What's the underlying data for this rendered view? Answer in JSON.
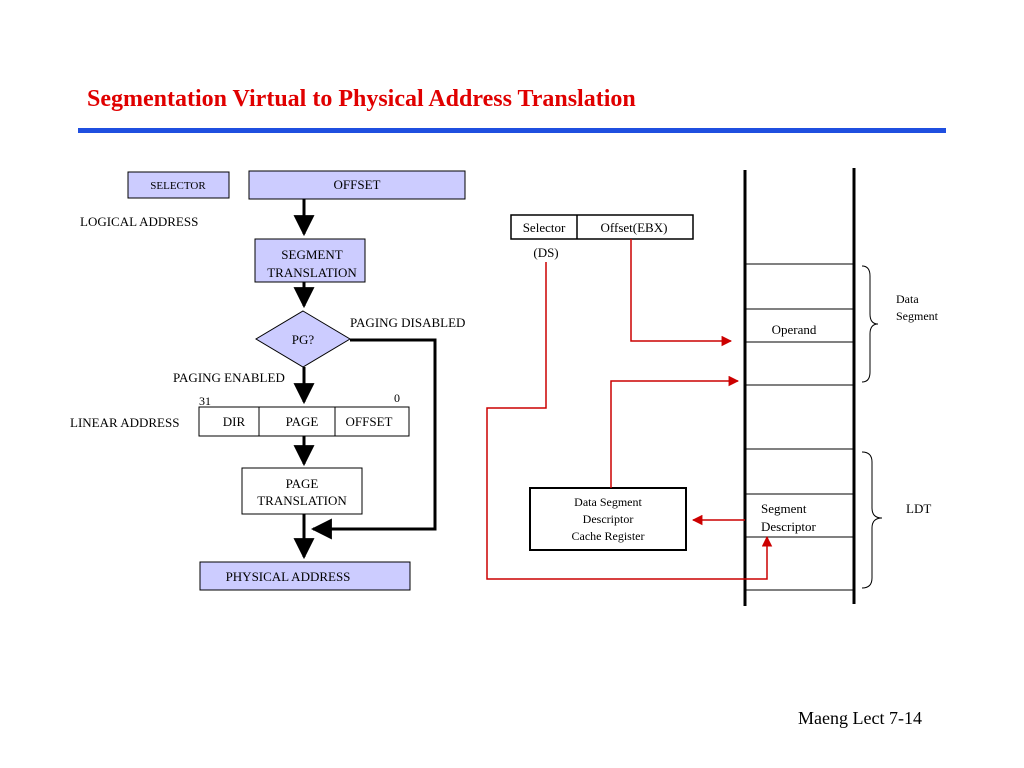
{
  "title": "Segmentation Virtual to Physical Address Translation",
  "footer": "Maeng Lect 7-14",
  "colors": {
    "title": "#e00000",
    "rule": "#1f4fe0",
    "box_fill": "#ccccff",
    "red_arrow": "#cc0000",
    "black_arrow": "#000000"
  },
  "left_flow": {
    "selector": "SELECTOR",
    "offset": "OFFSET",
    "logical_address": "LOGICAL ADDRESS",
    "segment_translation": [
      "SEGMENT",
      "TRANSLATION"
    ],
    "pg": "PG?",
    "paging_disabled": "PAGING DISABLED",
    "paging_enabled": "PAGING ENABLED",
    "bit_high": "31",
    "bit_low": "0",
    "linear_address": "LINEAR ADDRESS",
    "linear_fields": [
      "DIR",
      "PAGE",
      "OFFSET"
    ],
    "page_translation": [
      "PAGE",
      "TRANSLATION"
    ],
    "physical_address": "PHYSICAL ADDRESS"
  },
  "right_flow": {
    "selector": "Selector",
    "offset": "Offset(EBX)",
    "ds": "(DS)",
    "operand": "Operand",
    "data_segment": [
      "Data",
      "Segment"
    ],
    "descriptor_cache": [
      "Data Segment",
      "Descriptor",
      "Cache Register"
    ],
    "segment_descriptor": [
      "Segment",
      "Descriptor"
    ],
    "ldt": "LDT"
  }
}
